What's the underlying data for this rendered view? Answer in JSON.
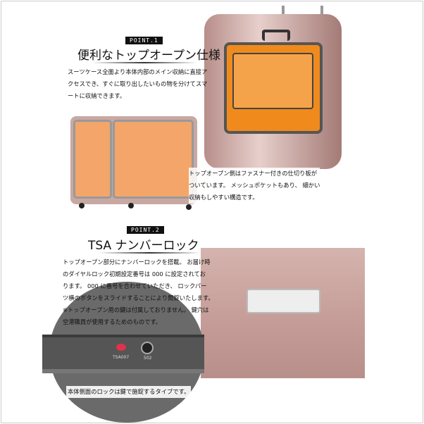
{
  "point1": {
    "badge": "POINT.1",
    "title": "便利なトップオープン仕様",
    "body": [
      "スーツケース全面より本体内部のメイン収納に直接ア",
      "クセスでき、すぐに取り出したいもの物を分けてスマ",
      "ートに収納できます。"
    ],
    "caption": [
      "トップオープン側はファスナー付きの仕切り板が",
      "ついています。 メッシュポケットもあり、 細かい",
      "収納もしやすい構造です。"
    ]
  },
  "point2": {
    "badge": "POINT.2",
    "title": "TSA ナンバーロック",
    "body": [
      "トップオープン部分にナンバーロックを搭載。 お届け時",
      "のダイヤルロック初期設定番号は 000 に設定されてお",
      "ります。 000 に番号を合わせていただき、 ロックパー",
      "ツ横のボタンをスライドすることにより開錠いたします。",
      "※トップオープン用の鍵は付属しておりません。 鍵穴は",
      "空港職員が使用するためのものです。"
    ],
    "lock_label": "TSA007",
    "key_label": "502",
    "caption": "本体側面のロックは鍵で施錠するタイプです。"
  },
  "colors": {
    "case": "#c49b96",
    "lining": "#f08a1d",
    "badge": "#111111"
  }
}
